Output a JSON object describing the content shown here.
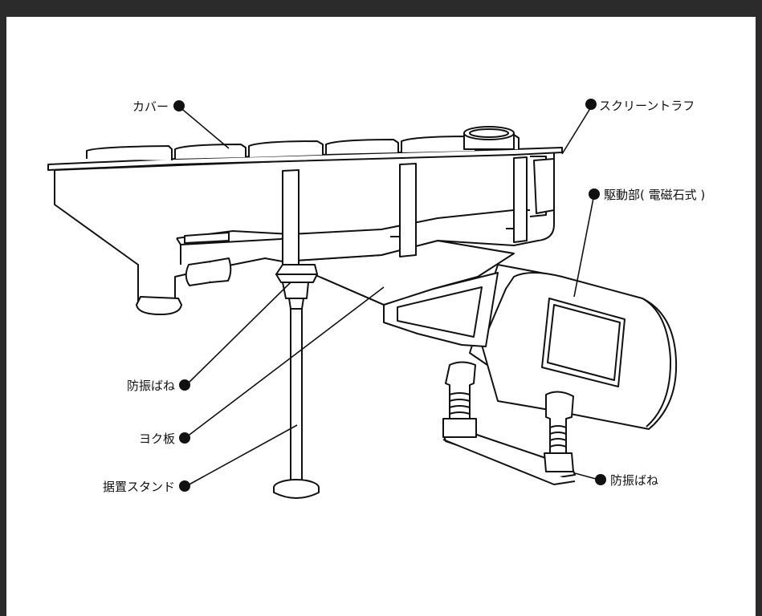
{
  "labels": {
    "cover": "カバー",
    "screen_trough": "スクリーントラフ",
    "drive_unit": "駆動部( 電磁石式 )",
    "anti_vibration_spring_left": "防振ばね",
    "yoke_plate": "ヨク板",
    "stand": "据置スタンド",
    "anti_vibration_spring_right": "防振ばね"
  }
}
